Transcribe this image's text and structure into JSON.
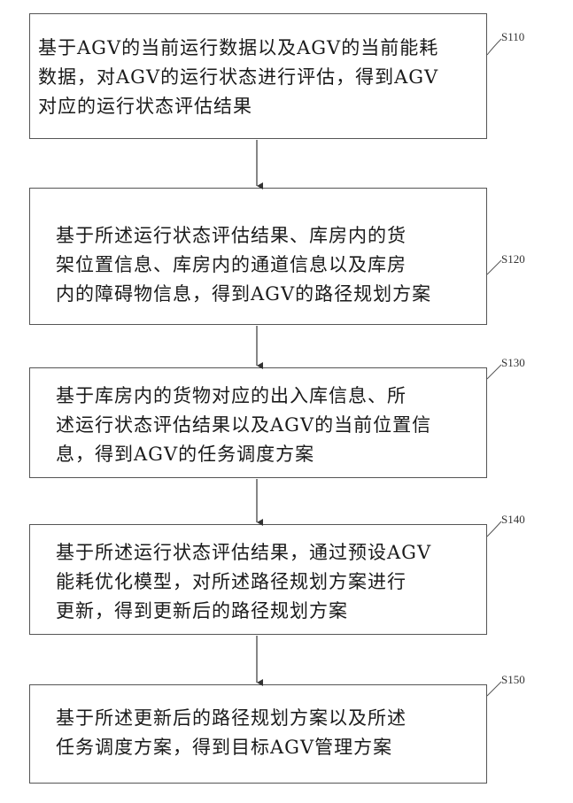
{
  "steps": [
    {
      "id": "S110",
      "text": "基于AGV的当前运行数据以及AGV的当前能耗\n数据，对AGV的运行状态进行评估，得到AGV\n对应的运行状态评估结果"
    },
    {
      "id": "S120",
      "text": "基于所述运行状态评估结果、库房内的货\n架位置信息、库房内的通道信息以及库房\n内的障碍物信息，得到AGV的路径规划方案"
    },
    {
      "id": "S130",
      "text": "基于库房内的货物对应的出入库信息、所\n述运行状态评估结果以及AGV的当前位置信\n息，得到AGV的任务调度方案"
    },
    {
      "id": "S140",
      "text": "基于所述运行状态评估结果，通过预设AGV\n能耗优化模型，对所述路径规划方案进行\n更新，得到更新后的路径规划方案"
    },
    {
      "id": "S150",
      "text": "基于所述更新后的路径规划方案以及所述\n任务调度方案，得到目标AGV管理方案"
    }
  ]
}
